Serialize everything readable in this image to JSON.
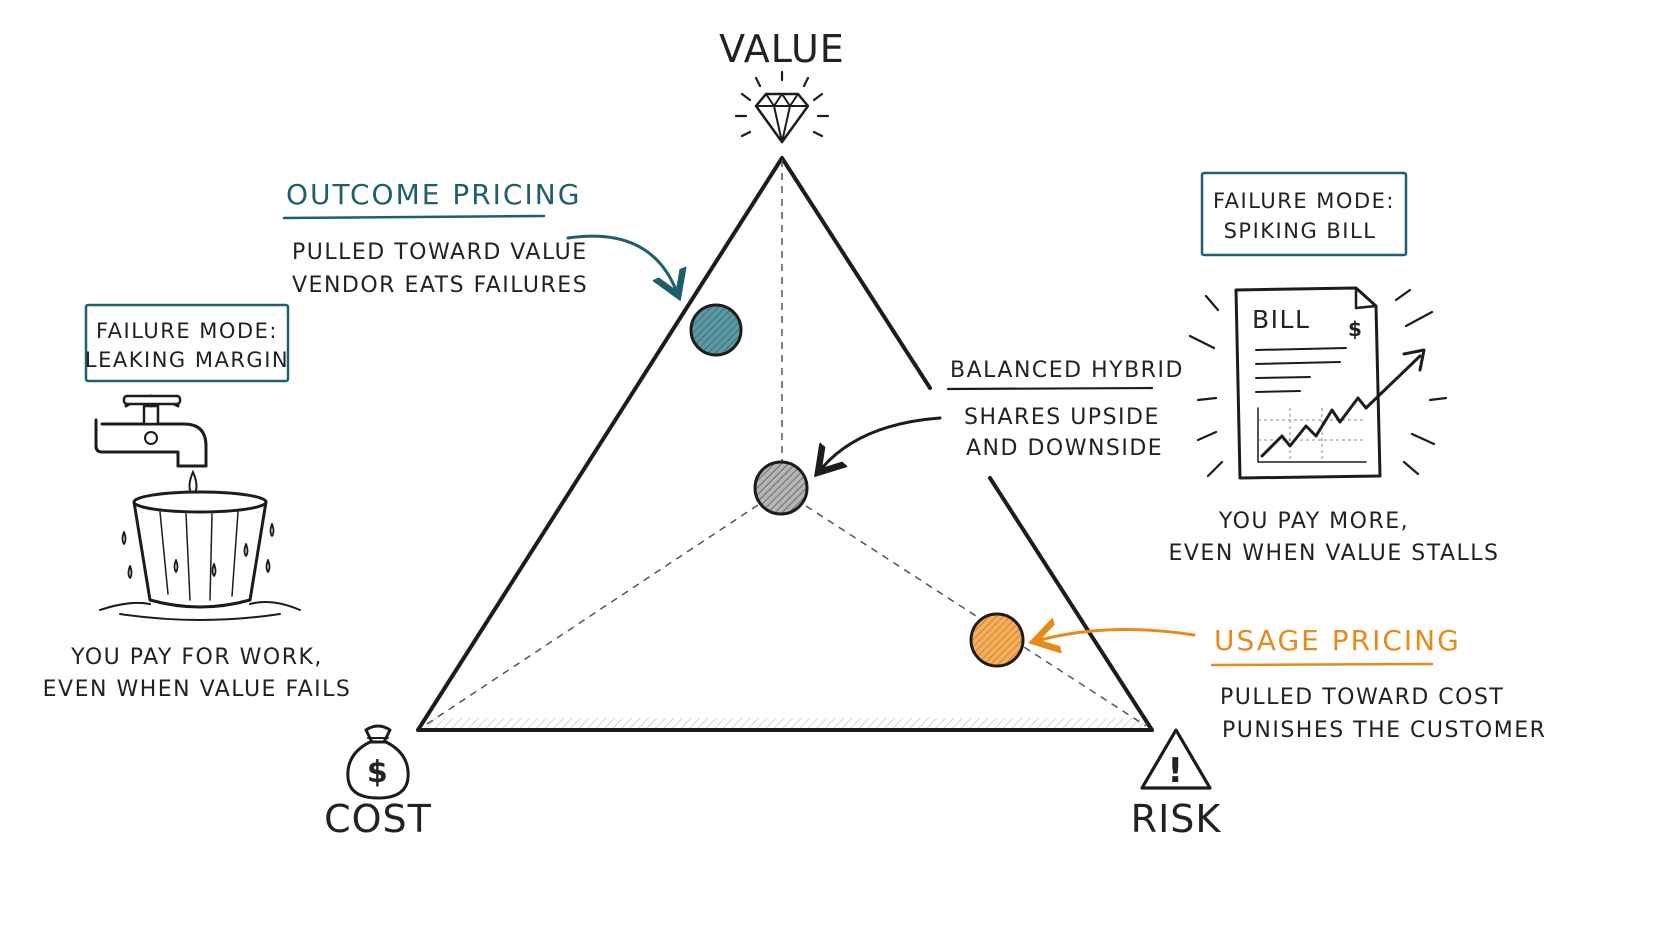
{
  "vertices": {
    "value": "VALUE",
    "cost": "COST",
    "risk": "RISK"
  },
  "outcome": {
    "title": "OUTCOME PRICING",
    "line1": "PULLED TOWARD VALUE",
    "line2": "VENDOR EATS FAILURES",
    "color": "#1d5f6b"
  },
  "hybrid": {
    "title": "BALANCED HYBRID",
    "line1": "SHARES UPSIDE",
    "line2": "AND DOWNSIDE",
    "color": "#8a8a8a"
  },
  "usage": {
    "title": "USAGE PRICING",
    "line1": "PULLED TOWARD COST",
    "line2": "PUNISHES THE CUSTOMER",
    "color": "#e88a1a"
  },
  "left_failure": {
    "box_line1": "FAILURE MODE:",
    "box_line2": "LEAKING MARGIN",
    "caption1": "YOU PAY FOR WORK,",
    "caption2": "EVEN WHEN VALUE FAILS"
  },
  "right_failure": {
    "box_line1": "FAILURE MODE:",
    "box_line2": "SPIKING BILL",
    "bill_title": "BILL",
    "bill_symbol": "$",
    "caption1": "YOU PAY MORE,",
    "caption2": "EVEN WHEN VALUE STALLS"
  },
  "money_bag_symbol": "$",
  "warning_symbol": "!",
  "icons": [
    "diamond-icon",
    "money-bag-icon",
    "warning-icon",
    "faucet-icon",
    "bucket-icon",
    "bill-icon"
  ]
}
